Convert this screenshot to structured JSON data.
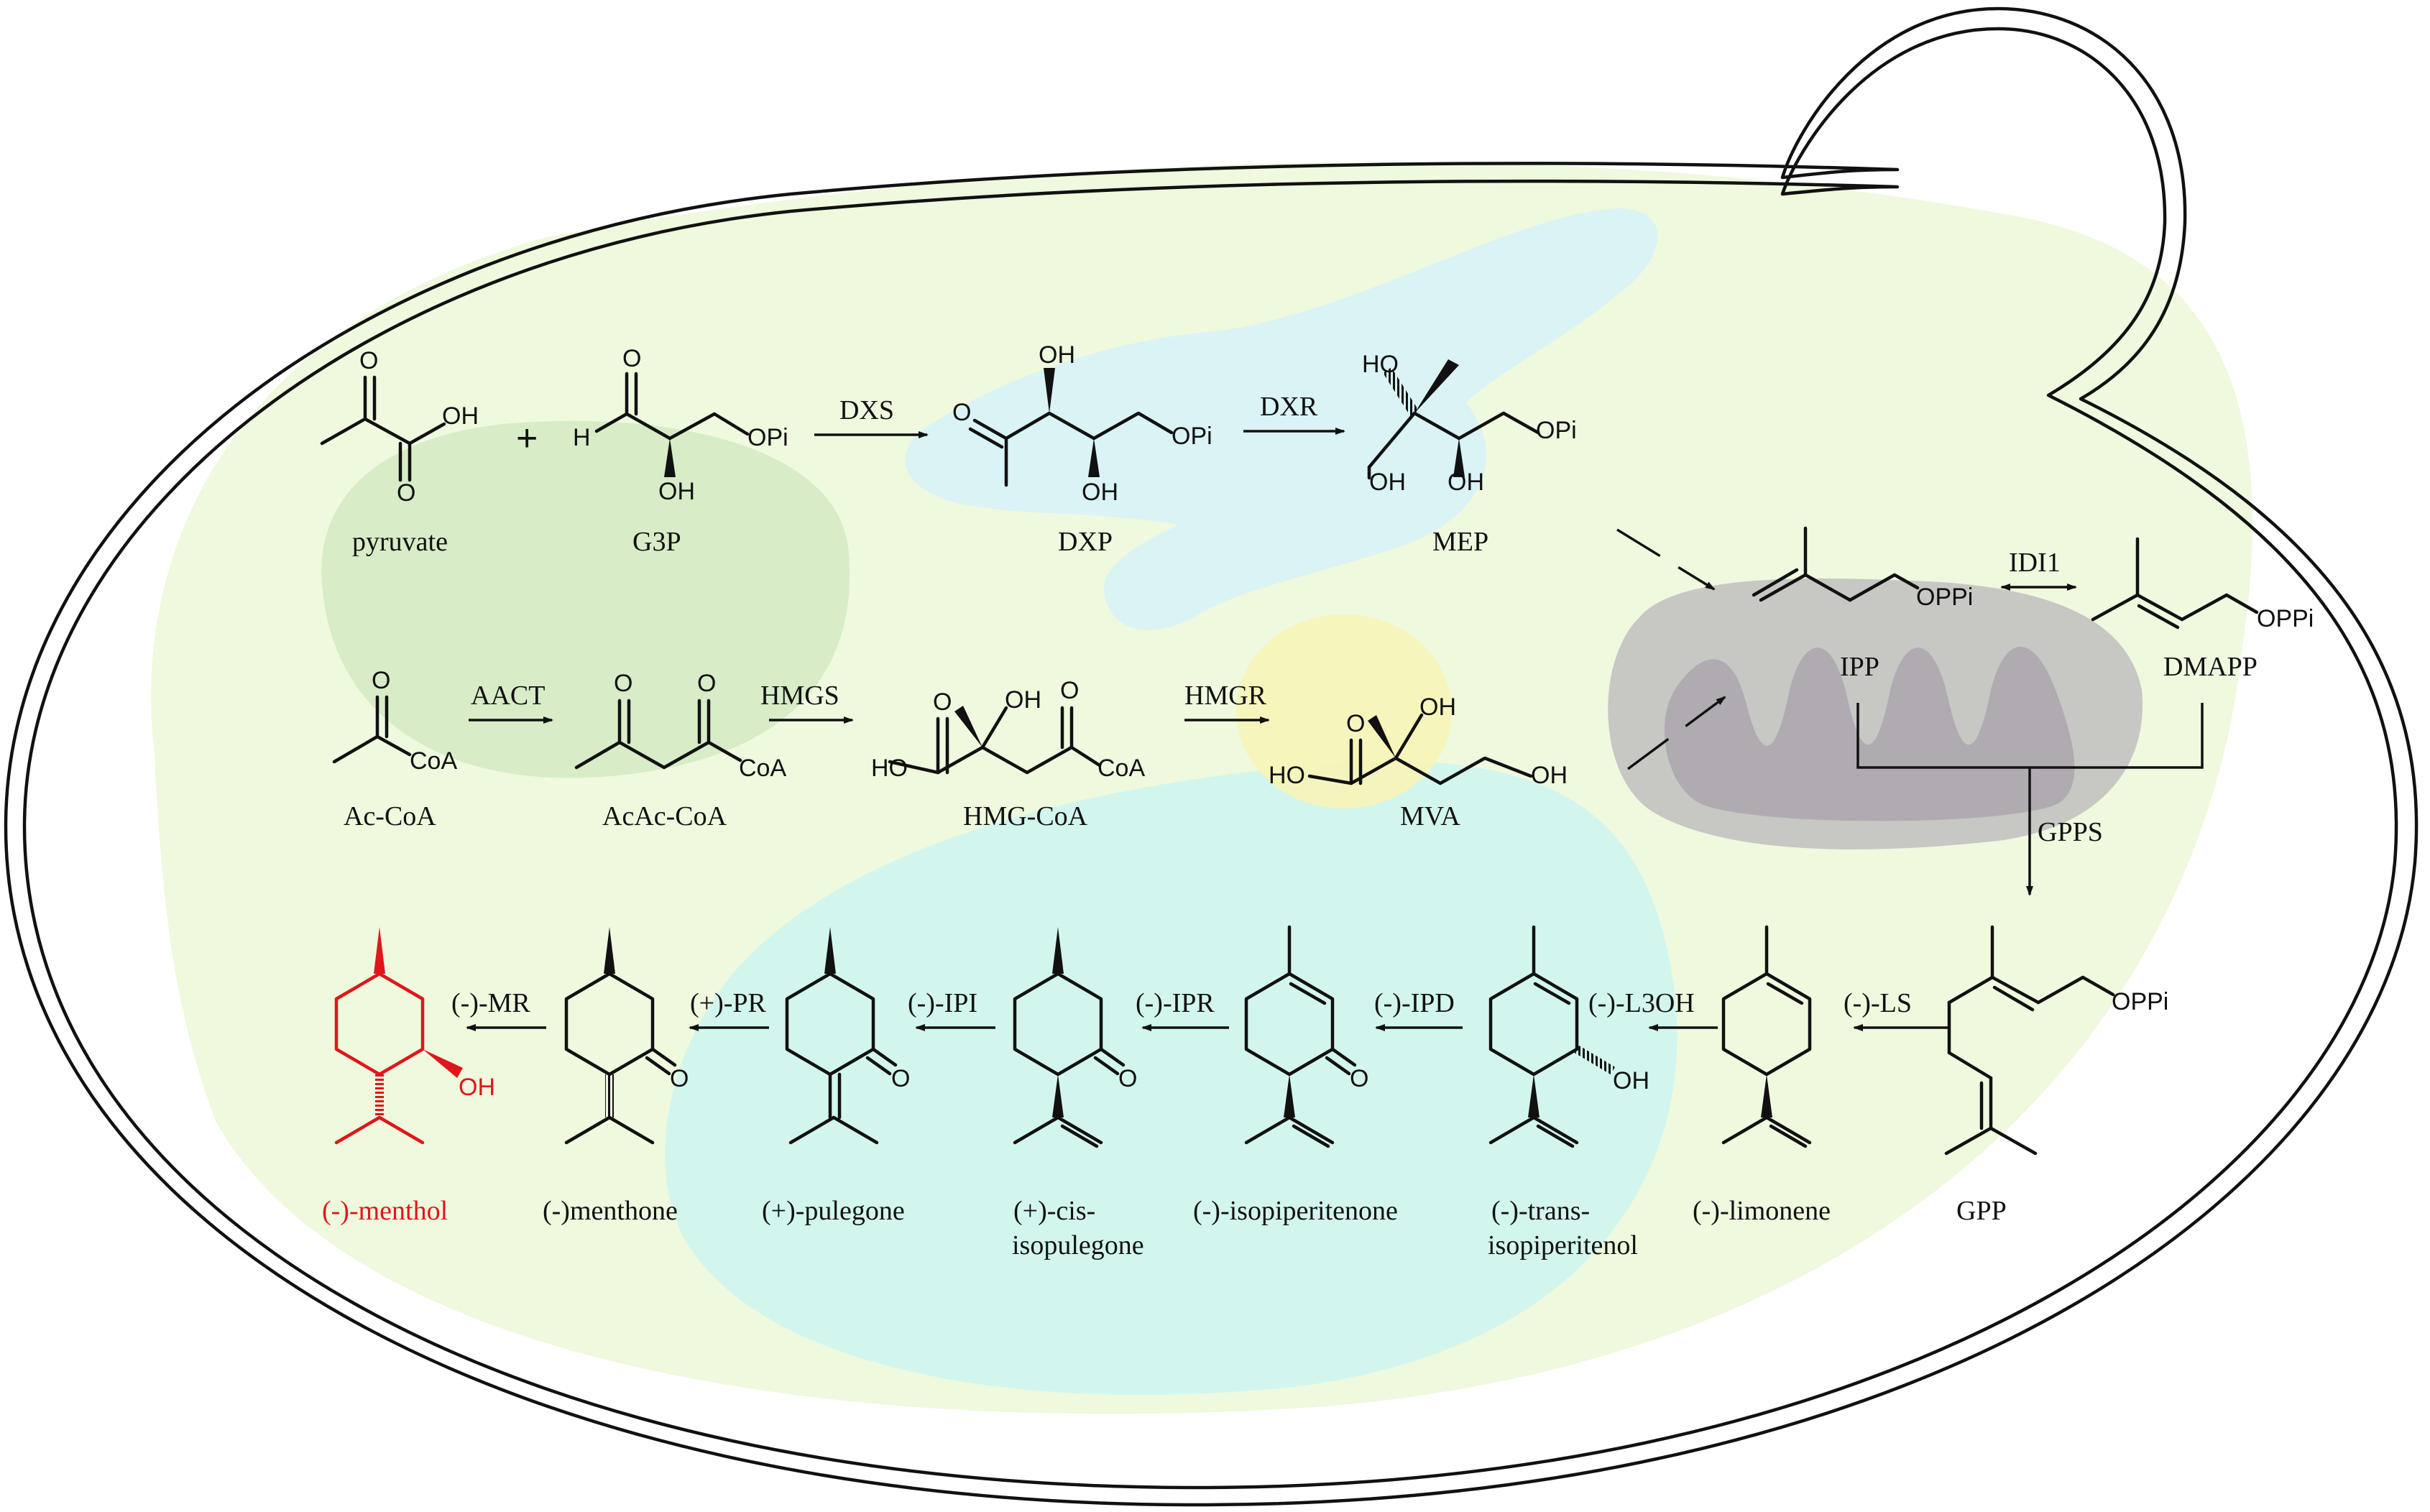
{
  "colors": {
    "accent_product": "#e0161b",
    "cytosol": "#eef9de",
    "golgi_like": "#d7f2f7",
    "er_green": "#cfe7bf",
    "nucleus_cyan": "#d0f5ee",
    "yellow_spot": "#f6f4b8",
    "mitochondrion": "#bfbfbf"
  },
  "compounds": {
    "pyruvate": "pyruvate",
    "g3p": "G3P",
    "dxp": "DXP",
    "mep": "MEP",
    "ipp": "IPP",
    "dmapp": "DMAPP",
    "ac_coa": "Ac-CoA",
    "acac_coa": "AcAc-CoA",
    "hmg_coa": "HMG-CoA",
    "mva": "MVA",
    "gpp": "GPP",
    "limonene": "(-)-limonene",
    "trans_isopiperitenol_1": "(-)-trans-",
    "trans_isopiperitenol_2": "isopiperitenol",
    "isopiperitenone": "(-)-isopiperitenone",
    "cis_isopulegone_1": "(+)-cis-",
    "cis_isopulegone_2": "isopulegone",
    "pulegone": "(+)-pulegone",
    "menthone": "(-)menthone",
    "menthol": "(-)-menthol"
  },
  "enzymes": {
    "dxs": "DXS",
    "dxr": "DXR",
    "idi1": "IDI1",
    "aact": "AACT",
    "hmgs": "HMGS",
    "hmgr": "HMGR",
    "gpps": "GPPS",
    "ls": "(-)-LS",
    "l3oh": "(-)-L3OH",
    "ipd": "(-)-IPD",
    "ipr": "(-)-IPR",
    "ipi": "(-)-IPI",
    "pr": "(+)-PR",
    "mr": "(-)-MR"
  },
  "atoms": {
    "plus": "+",
    "o": "O",
    "oh": "OH",
    "ho": "HO",
    "h": "H",
    "opi": "OPi",
    "oppi": "OPPi",
    "coa": "CoA"
  }
}
